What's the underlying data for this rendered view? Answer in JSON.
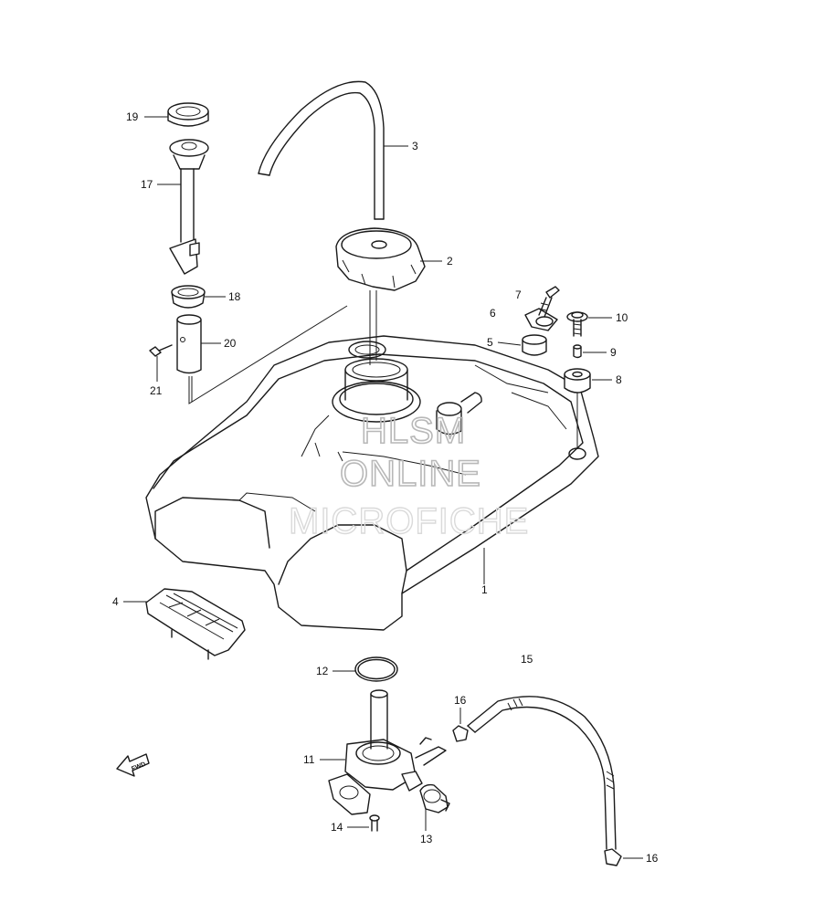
{
  "callouts": {
    "c1": "1",
    "c2": "2",
    "c3": "3",
    "c4": "4",
    "c5": "5",
    "c6": "6",
    "c7": "7",
    "c8": "8",
    "c9": "9",
    "c10": "10",
    "c11": "11",
    "c12": "12",
    "c13": "13",
    "c14": "14",
    "c15": "15",
    "c16a": "16",
    "c16b": "16",
    "c17": "17",
    "c18": "18",
    "c19": "19",
    "c20": "20",
    "c21": "21"
  },
  "watermark": {
    "line1": "HLSM",
    "line2": "ONLINE",
    "line3": "MICROFICHE"
  },
  "fwd_label": "FWD",
  "colors": {
    "line": "#1a1a1a",
    "watermark": "#b8b8b8",
    "background": "#ffffff"
  }
}
